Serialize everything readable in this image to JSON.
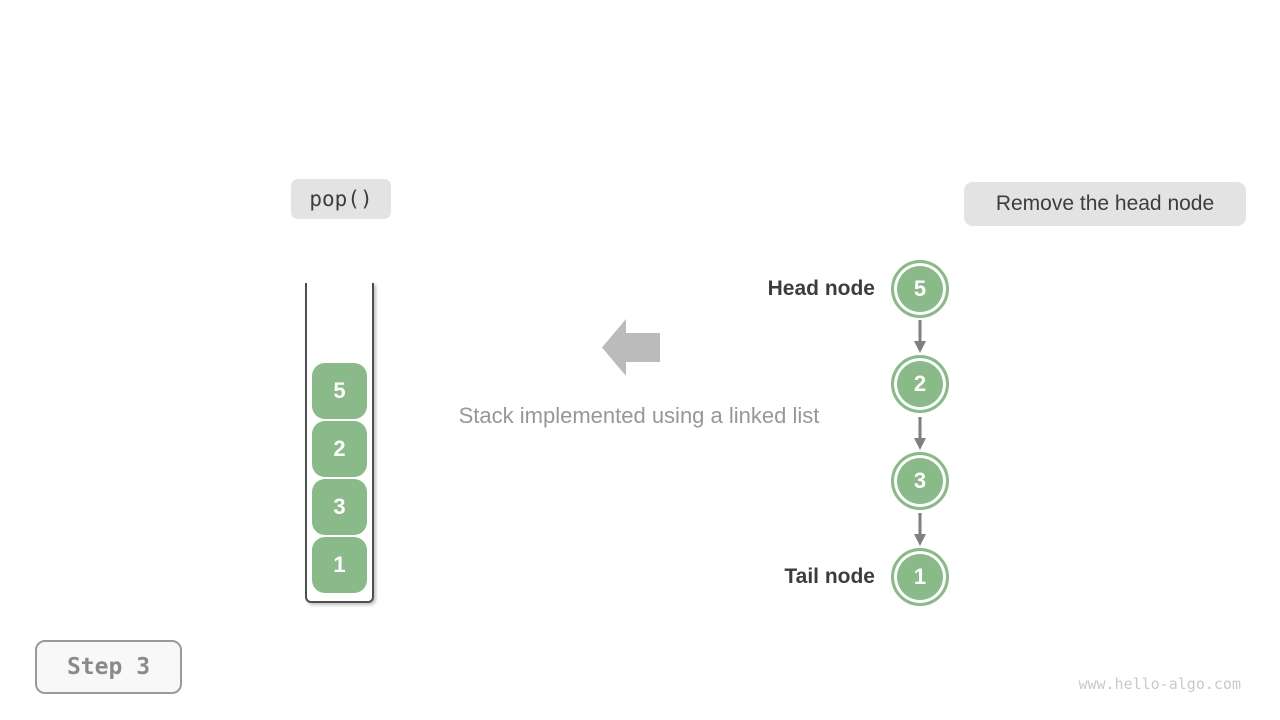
{
  "top": {
    "operation_label": "pop()",
    "action_label": "Remove the head node"
  },
  "stack_view": {
    "items_top_to_bottom": [
      "5",
      "2",
      "3",
      "1"
    ]
  },
  "caption": "Stack implemented using a linked list",
  "linked_list": {
    "head_label": "Head node",
    "tail_label": "Tail node",
    "nodes_top_to_bottom": [
      "5",
      "2",
      "3",
      "1"
    ]
  },
  "footer": {
    "step_label": "Step 3",
    "watermark": "www.hello-algo.com"
  },
  "colors": {
    "node_green": "#8ab98a",
    "big_arrow_gray": "#bbbbbb",
    "link_arrow_gray": "#7f7f7f",
    "label_pill_bg": "#e3e3e3",
    "dark_text": "#3d3d3d",
    "caption_gray": "#979797"
  }
}
